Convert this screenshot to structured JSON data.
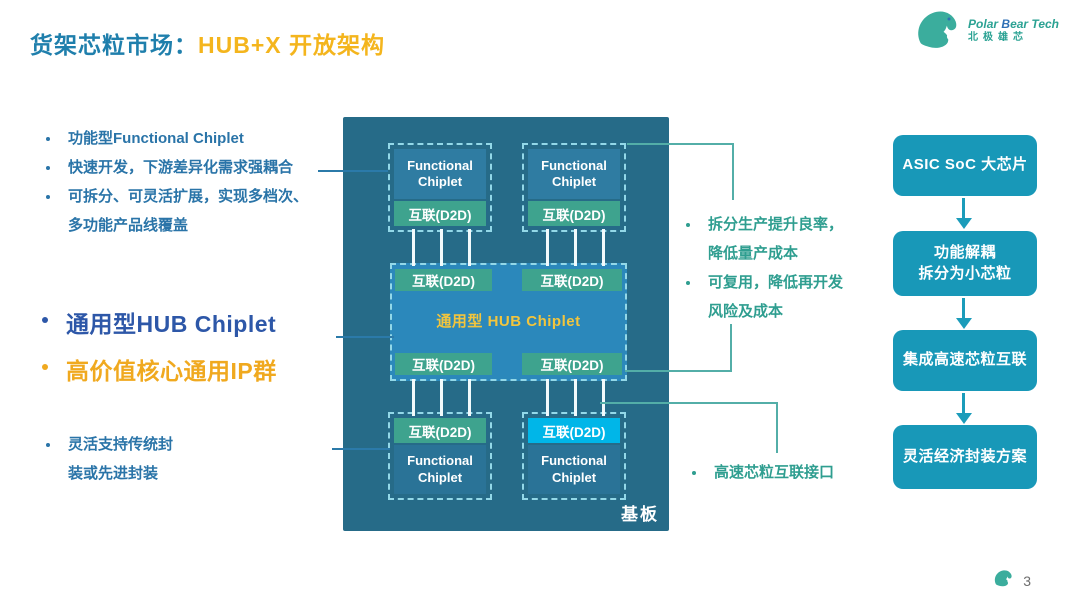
{
  "title": {
    "prefix": "货架芯粒市场：",
    "highlight": "HUB+X 开放架构"
  },
  "logo": {
    "en_pre": "Po",
    "en_mid": "lar ",
    "en_b": "B",
    "en_post": "ear Tech",
    "cn": "北极雄芯"
  },
  "left": {
    "bullets": [
      {
        "text": "功能型Functional Chiplet"
      },
      {
        "text": "快速开发，下游差异化需求强耦合"
      },
      {
        "text": "可拆分、可灵活扩展，实现多档次、\n多功能产品线覆盖"
      }
    ],
    "hub_bullet": "通用型HUB Chiplet",
    "ip_bullet": "高价值核心通用IP群",
    "package_bullet": "灵活支持传统封\n装或先进封装"
  },
  "diagram": {
    "functional_label": "Functional\nChiplet",
    "d2d_label": "互联(D2D)",
    "hub_label": "通用型 HUB Chiplet",
    "substrate_label": "基板"
  },
  "right": {
    "bullets": [
      {
        "text": "拆分生产提升良率，\n降低量产成本"
      },
      {
        "text": "可复用，降低再开发\n风险及成本"
      }
    ],
    "interface_bullet": "高速芯粒互联接口"
  },
  "flow": {
    "steps": [
      {
        "label": "ASIC SoC 大芯片"
      },
      {
        "label": "功能解耦\n拆分为小芯粒"
      },
      {
        "label": "集成高速芯粒互联"
      },
      {
        "label": "灵活经济封装方案"
      }
    ]
  },
  "footer": {
    "page": "3"
  },
  "colors": {
    "title_blue": "#1F7FAC",
    "accent_orange": "#F4B51D",
    "bullet_blue": "#2A74A8",
    "hub_text_blue": "#2D57A8",
    "ip_orange": "#F0A91F",
    "teal_text": "#2F9E90",
    "board_bg": "#266B88",
    "chiplet_bg": "#2F7CA2",
    "d2d_green": "#3EA38E",
    "d2d_cyan": "#00B6E8",
    "hub_bg": "#2B88BB",
    "hub_label_yellow": "#F2C53D",
    "flow_box_teal": "#1898B8",
    "dashed_border": "#93D8E8"
  }
}
